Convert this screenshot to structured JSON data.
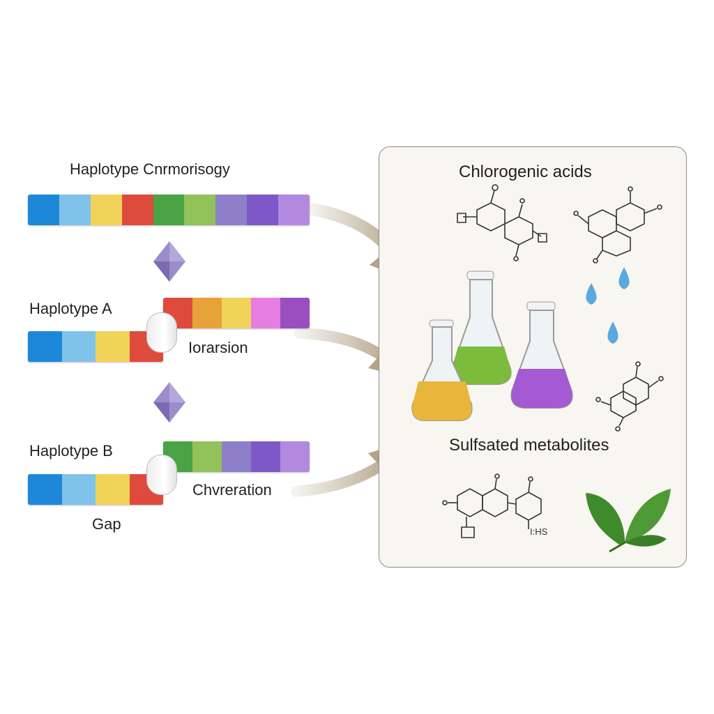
{
  "labels": {
    "haplotype_main": "Haplotype Cnrmorisogy",
    "haplotype_a": "Haplotype A",
    "haplotype_b": "Haplotype B",
    "inversion": "Iorarsion",
    "conversion": "Chvreration",
    "gap": "Gap"
  },
  "panel": {
    "title_top": "Chlorogenic acids",
    "title_bottom": "Sulfsated metabolites",
    "molecule_tag": "I:HS"
  },
  "bars": {
    "main": [
      "#1e88d8",
      "#7fc2ea",
      "#f1d35a",
      "#de4a3c",
      "#4aa344",
      "#92c25a",
      "#8e80c8",
      "#7d58c8",
      "#b389e0"
    ],
    "a_left": [
      "#1e88d8",
      "#7fc2ea",
      "#f1d35a",
      "#de4a3c"
    ],
    "a_right": [
      "#de4a3c",
      "#e8a23a",
      "#f1d35a",
      "#e57ee0",
      "#9a4fc0"
    ],
    "b_left": [
      "#1e88d8",
      "#7fc2ea",
      "#f1d35a",
      "#de4a3c"
    ],
    "b_right": [
      "#4aa344",
      "#92c25a",
      "#8e80c8",
      "#7d58c8",
      "#b389e0"
    ]
  },
  "colors": {
    "arrow": "#b9ab92",
    "diamond": "#8e80c0",
    "flask_yellow": "#e8b63a",
    "flask_green": "#7cbb3c",
    "flask_purple": "#a35ad2",
    "droplet": "#5aa9df",
    "leaf": "#3f8a2c"
  },
  "icons": {
    "diamond": "diamond-icon",
    "flask": "flask-icon",
    "droplet": "droplet-icon",
    "leaf": "leaf-icon",
    "molecule": "molecule-icon"
  }
}
